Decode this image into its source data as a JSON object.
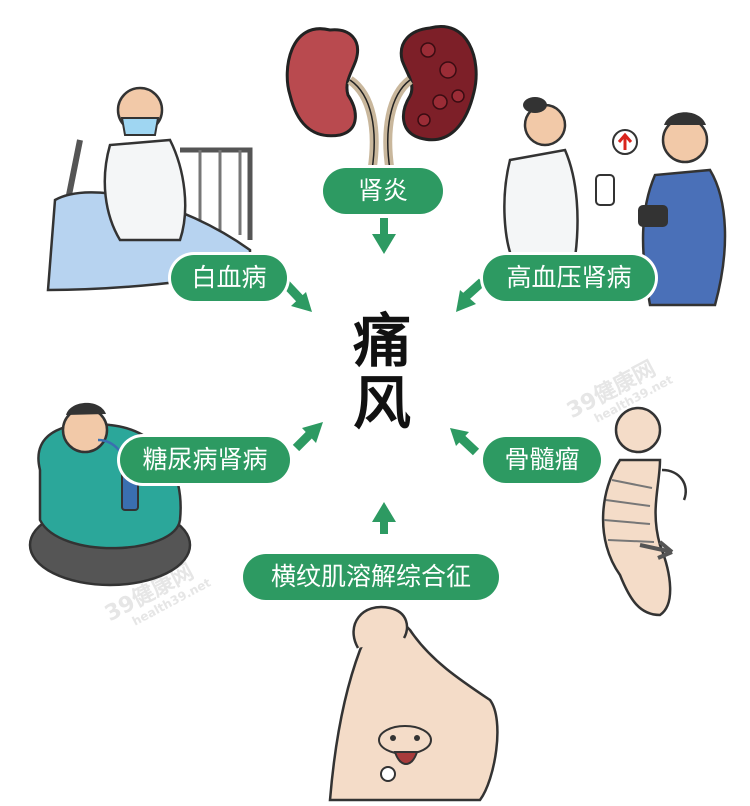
{
  "center": {
    "line1": "痛",
    "line2": "风"
  },
  "causes": [
    {
      "id": "nephritis",
      "label": "肾炎"
    },
    {
      "id": "hypertensive-nephropathy",
      "label": "高血压肾病"
    },
    {
      "id": "multiple-myeloma",
      "label": "骨髓瘤"
    },
    {
      "id": "rhabdomyolysis",
      "label": "横纹肌溶解综合征"
    },
    {
      "id": "diabetic-nephropathy",
      "label": "糖尿病肾病"
    },
    {
      "id": "leukemia",
      "label": "白血病"
    }
  ],
  "watermark": {
    "brand": "39健康网",
    "domain": "health39.net"
  },
  "colors": {
    "pill": "#2d9a62",
    "arrow": "#2d9a62",
    "kidney_healthy": "#b94a4f",
    "kidney_diseased": "#7d1f28"
  }
}
